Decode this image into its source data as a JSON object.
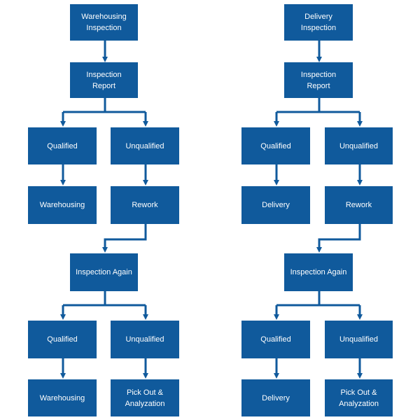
{
  "colors": {
    "box_fill": "#105a9c",
    "box_text": "#ffffff",
    "connector": "#105a9c",
    "background": "#ffffff"
  },
  "flows": [
    {
      "start": "Warehousing\nInspection",
      "report": "Inspection\nReport",
      "first_qualified": "Qualified",
      "first_unqualified": "Unqualified",
      "first_qualified_result": "Warehousing",
      "rework": "Rework",
      "again": "Inspection Again",
      "second_qualified": "Qualified",
      "second_unqualified": "Unqualified",
      "second_qualified_result": "Warehousing",
      "pick_out": "Pick Out &\nAnalyzation"
    },
    {
      "start": "Delivery\nInspection",
      "report": "Inspection\nReport",
      "first_qualified": "Qualified",
      "first_unqualified": "Unqualified",
      "first_qualified_result": "Delivery",
      "rework": "Rework",
      "again": "Inspection Again",
      "second_qualified": "Qualified",
      "second_unqualified": "Unqualified",
      "second_qualified_result": "Delivery",
      "pick_out": "Pick Out &\nAnalyzation"
    }
  ]
}
